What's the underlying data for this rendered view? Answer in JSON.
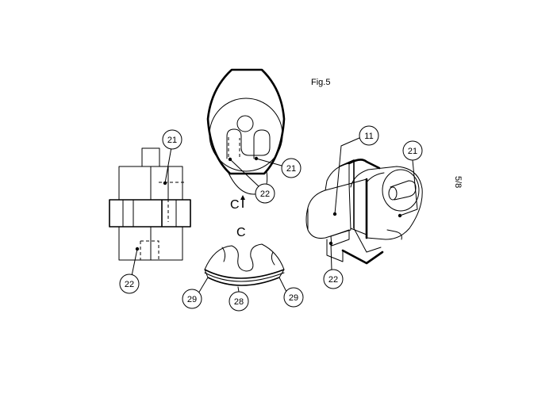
{
  "figure_label": "Fig.5",
  "sheet_number": "5/8",
  "section_marker": "C",
  "section_view_title": "C",
  "references": {
    "side_view": [
      "21",
      "22"
    ],
    "top_view": [
      "21",
      "22"
    ],
    "perspective_view": [
      "11",
      "21",
      "22"
    ],
    "section_view": [
      "29",
      "28",
      "29"
    ]
  }
}
